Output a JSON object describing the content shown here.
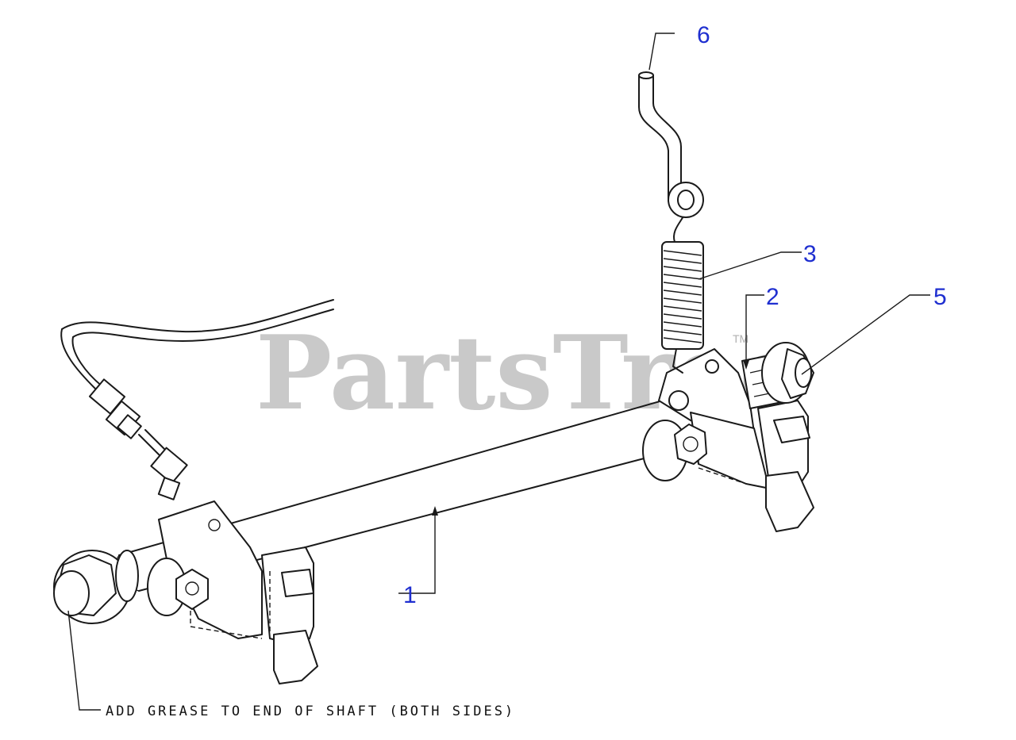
{
  "watermark": {
    "brand": "PartsTree",
    "trademark": "TM"
  },
  "callouts": {
    "c1": "1",
    "c2": "2",
    "c3": "3",
    "c5": "5",
    "c6": "6"
  },
  "note": "ADD GREASE TO END OF SHAFT (BOTH SIDES)",
  "colors": {
    "callout": "#1f2fd0",
    "line": "#1a1a1a",
    "watermark": "#c9c9c9"
  }
}
